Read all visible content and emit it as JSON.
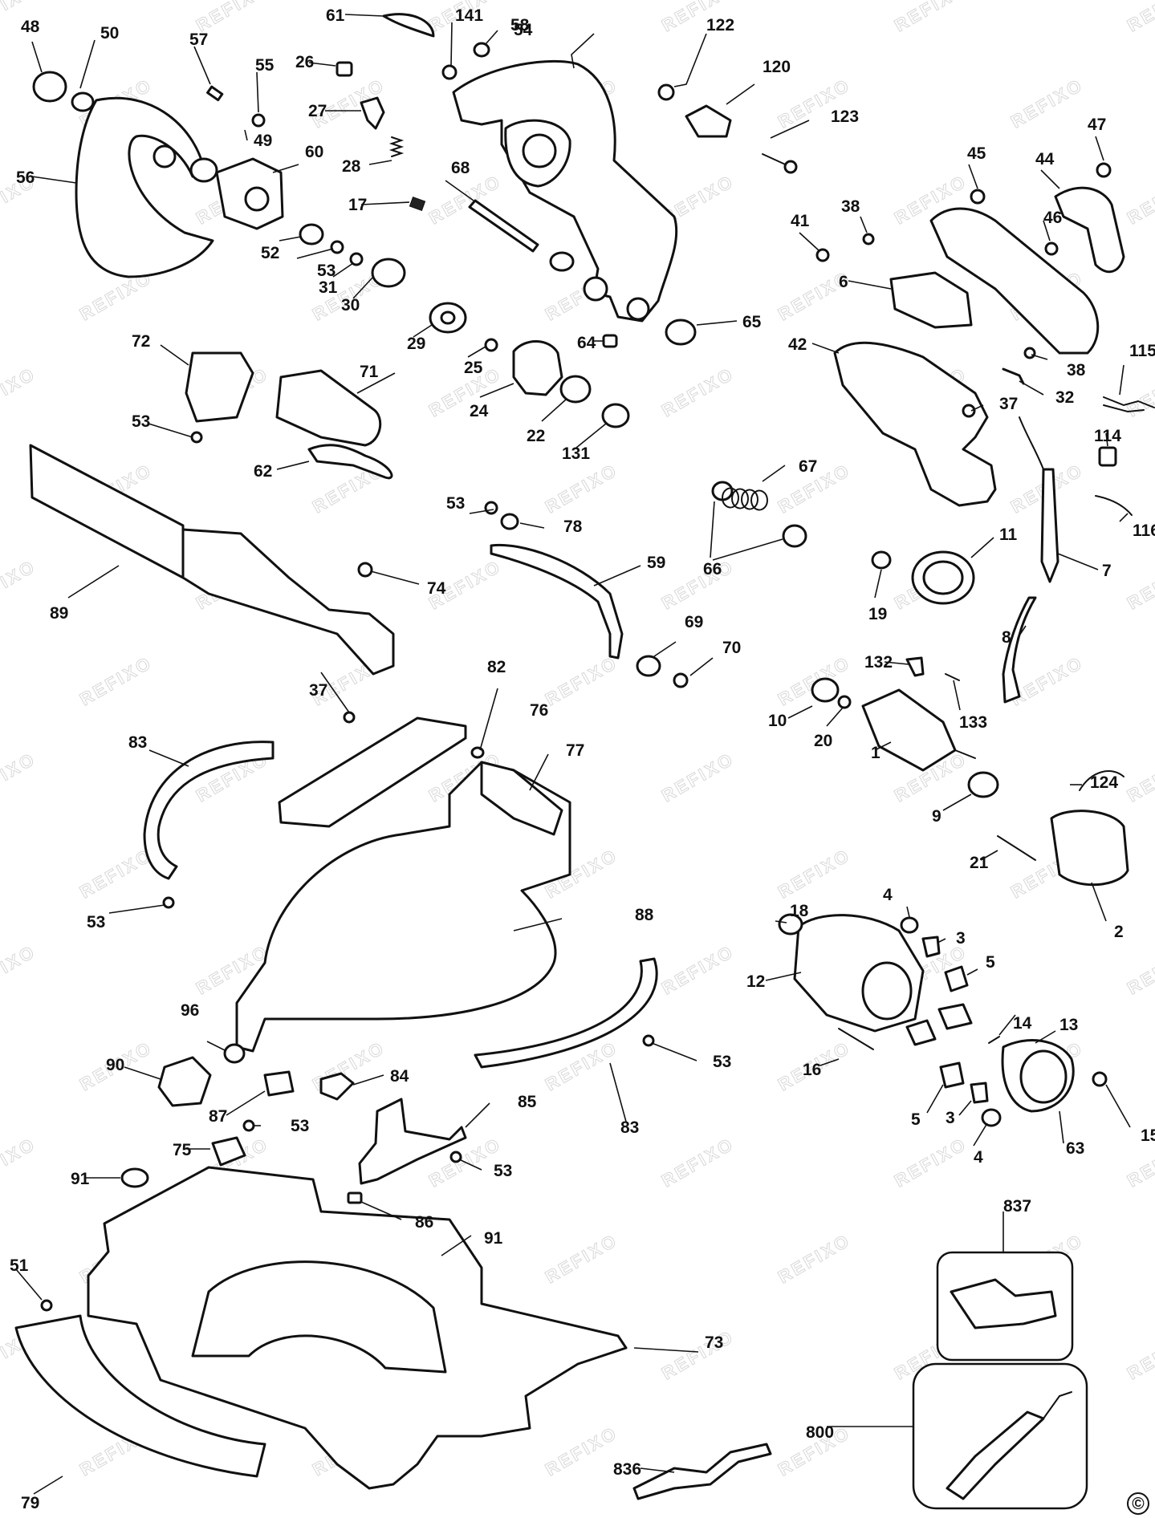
{
  "watermark": "REFIXO",
  "copyright_mark": "©",
  "callouts": [
    "48",
    "50",
    "57",
    "55",
    "26",
    "61",
    "141",
    "54",
    "58",
    "122",
    "120",
    "123",
    "47",
    "45",
    "44",
    "46",
    "56",
    "49",
    "60",
    "27",
    "28",
    "17",
    "68",
    "38",
    "41",
    "6",
    "52",
    "53",
    "31",
    "30",
    "29",
    "25",
    "64",
    "65",
    "42",
    "38",
    "32",
    "37",
    "115",
    "114",
    "116",
    "72",
    "71",
    "53",
    "24",
    "22",
    "131",
    "62",
    "67",
    "66",
    "11",
    "19",
    "7",
    "8",
    "53",
    "78",
    "74",
    "59",
    "89",
    "69",
    "70",
    "132",
    "133",
    "10",
    "20",
    "1",
    "9",
    "124",
    "82",
    "37",
    "76",
    "77",
    "83",
    "53",
    "21",
    "2",
    "88",
    "18",
    "4",
    "3",
    "12",
    "5",
    "14",
    "13",
    "96",
    "90",
    "84",
    "87",
    "53",
    "85",
    "16",
    "5",
    "3",
    "4",
    "63",
    "15",
    "75",
    "91",
    "53",
    "86",
    "91",
    "837",
    "51",
    "73",
    "800",
    "836",
    "79",
    "83",
    "53"
  ]
}
